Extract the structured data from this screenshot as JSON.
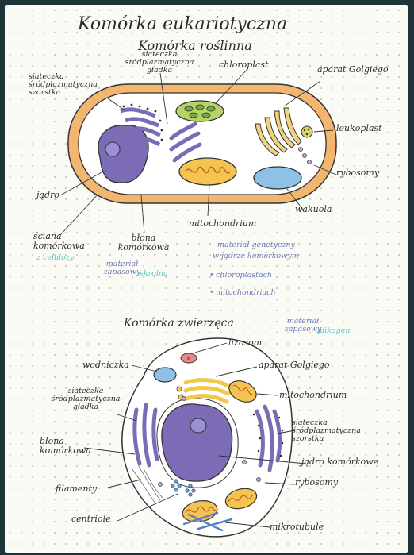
{
  "title": "Komórka eukariotyczna",
  "plant": {
    "heading": "Komórka roślinna",
    "labels": {
      "smooth_er": "siateczka śródplazmatyczna gładka",
      "chloroplast": "chloroplast",
      "golgi": "aparat Golgiego",
      "rough_er": "siateczka śródplazmatyczna szorstka",
      "leucoplast": "leukoplast",
      "ribosomes": "rybosomy",
      "nucleus": "jądro",
      "vacuole": "wakuola",
      "mitochondrium": "mitochondrium",
      "cell_wall": "ściana komórkowa",
      "cell_wall_note": "z celulozy",
      "membrane": "błona komórkowa",
      "storage": "materiał zapasowy",
      "storage_value": "skrobia",
      "genetic_material": "materiał genetyczny",
      "genetic_loc1": "w jądrze komórkowym",
      "genetic_loc2": "chloroplastach",
      "genetic_loc3": "mitochondriach"
    }
  },
  "animal": {
    "heading": "Komórka zwierzęca",
    "labels": {
      "storage": "materiał zapasowy",
      "storage_value": "glikogen",
      "lysosome": "lizosom",
      "vesicle": "wodniczka",
      "golgi": "aparat Golgiego",
      "mitochondrium": "mitochondrium",
      "smooth_er": "siateczka śródplazmatyczna gładka",
      "rough_er": "siateczka śródplazmatyczna szorstka",
      "membrane": "błona komórkowa",
      "nucleus": "jądro komórkowe",
      "filaments": "filamenty",
      "ribosomes": "rybosomy",
      "centriole": "centriole",
      "microtubule": "mikrotubule"
    }
  },
  "colors": {
    "nucleus": "#7c6bb5",
    "cell_wall": "#f2b66e",
    "vacuole": "#8fc0e6",
    "chloroplast": "#b6d36a",
    "mitochondrium": "#f4c44f",
    "golgi": "#f2d27a",
    "text_blue": "#6f79b8",
    "text_teal": "#5cc6c2"
  }
}
